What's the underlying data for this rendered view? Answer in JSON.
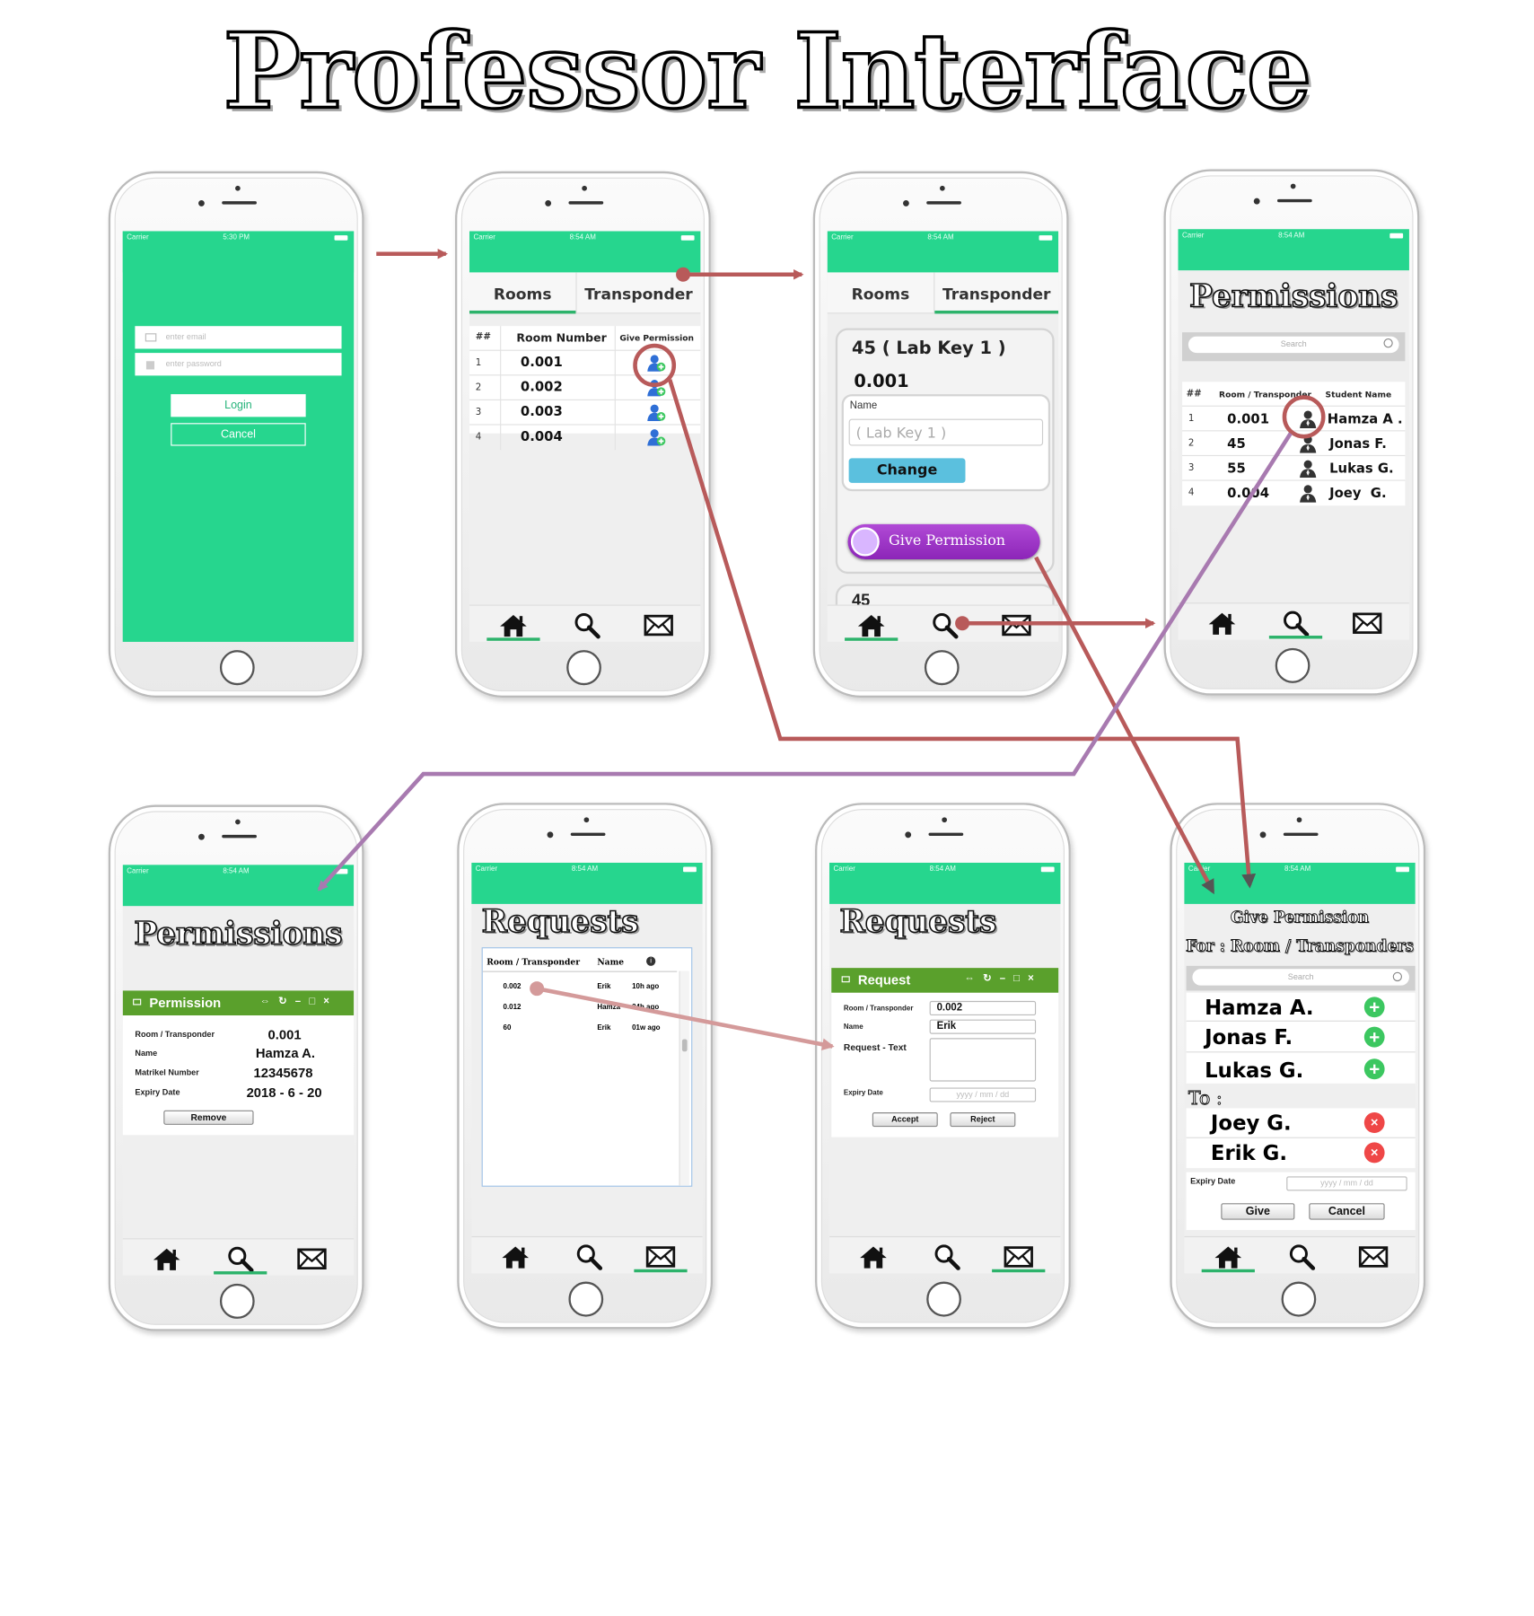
{
  "page": {
    "title": "Professor Interface"
  },
  "colors": {
    "accent_green": "#26d68e",
    "window_green": "#5aa02c",
    "arrow_red": "#b85a5a",
    "arrow_purple": "#a87ab0",
    "change_blue": "#5bc0de",
    "permission_purple": "#9b2fc3"
  },
  "status_bar": {
    "carrier": "Carrier",
    "time_login": "5:30 PM",
    "time": "8:54 AM"
  },
  "tabs": {
    "rooms": "Rooms",
    "transponder": "Transponder"
  },
  "tabbar": {
    "home_icon": "home-icon",
    "search_icon": "search-icon",
    "mail_icon": "mail-icon"
  },
  "login": {
    "email_placeholder": "enter email",
    "password_placeholder": "enter password",
    "login_label": "Login",
    "cancel_label": "Cancel"
  },
  "rooms_list": {
    "headers": {
      "num": "##",
      "room": "Room Number",
      "give": "Give Permission"
    },
    "rows": [
      {
        "n": "1",
        "room": "0.001"
      },
      {
        "n": "2",
        "room": "0.002"
      },
      {
        "n": "3",
        "room": "0.003"
      },
      {
        "n": "4",
        "room": "0.004"
      }
    ]
  },
  "transponder": {
    "card_title": "45 ( Lab Key 1 )",
    "room": "0.001",
    "name_label": "Name",
    "name_placeholder": "( Lab Key 1 )",
    "change_label": "Change",
    "give_permission_label": "Give Permission",
    "next_card_peek": "45"
  },
  "permissions_list": {
    "title": "Permissions",
    "search_placeholder": "Search",
    "headers": {
      "num": "##",
      "room": "Room / Transponder",
      "student": "Student Name"
    },
    "rows": [
      {
        "n": "1",
        "room": "0.001",
        "student": "Hamza A ."
      },
      {
        "n": "2",
        "room": "45",
        "student": "Jonas F."
      },
      {
        "n": "3",
        "room": "55",
        "student": "Lukas G."
      },
      {
        "n": "4",
        "room": "0.004",
        "student": "Joey  G."
      }
    ]
  },
  "permission_detail": {
    "title": "Permissions",
    "window_title": "Permission",
    "labels": {
      "room": "Room / Transponder",
      "name": "Name",
      "matrikel": "Matrikel Number",
      "expiry": "Expiry Date"
    },
    "values": {
      "room": "0.001",
      "name": "Hamza A.",
      "matrikel": "12345678",
      "expiry": "2018 - 6 - 20"
    },
    "remove_label": "Remove"
  },
  "requests_list": {
    "title": "Requests",
    "headers": {
      "room": "Room / Transponder",
      "name": "Name"
    },
    "rows": [
      {
        "room": "0.002",
        "name": "Erik",
        "time": "10h ago"
      },
      {
        "room": "0.012",
        "name": "Hamza",
        "time": "24h ago"
      },
      {
        "room": "60",
        "name": "Erik",
        "time": "01w ago"
      }
    ]
  },
  "request_detail": {
    "title": "Requests",
    "window_title": "Request",
    "labels": {
      "room": "Room / Transponder",
      "name": "Name",
      "text": "Request - Text",
      "expiry": "Expiry Date"
    },
    "values": {
      "room": "0.002",
      "name": "Erik"
    },
    "expiry_placeholder": "yyyy / mm / dd",
    "accept_label": "Accept",
    "reject_label": "Reject"
  },
  "give_permission": {
    "title_line1": "Give Permission",
    "title_line2": "For : Room / Transponders",
    "search_placeholder": "Search",
    "students": [
      "Hamza A.",
      "Jonas F.",
      "Lukas G."
    ],
    "to_label": "To :",
    "selected": [
      "Joey G.",
      "Erik G."
    ],
    "expiry_label": "Expiry Date",
    "expiry_placeholder": "yyyy / mm / dd",
    "give_label": "Give",
    "cancel_label": "Cancel"
  }
}
